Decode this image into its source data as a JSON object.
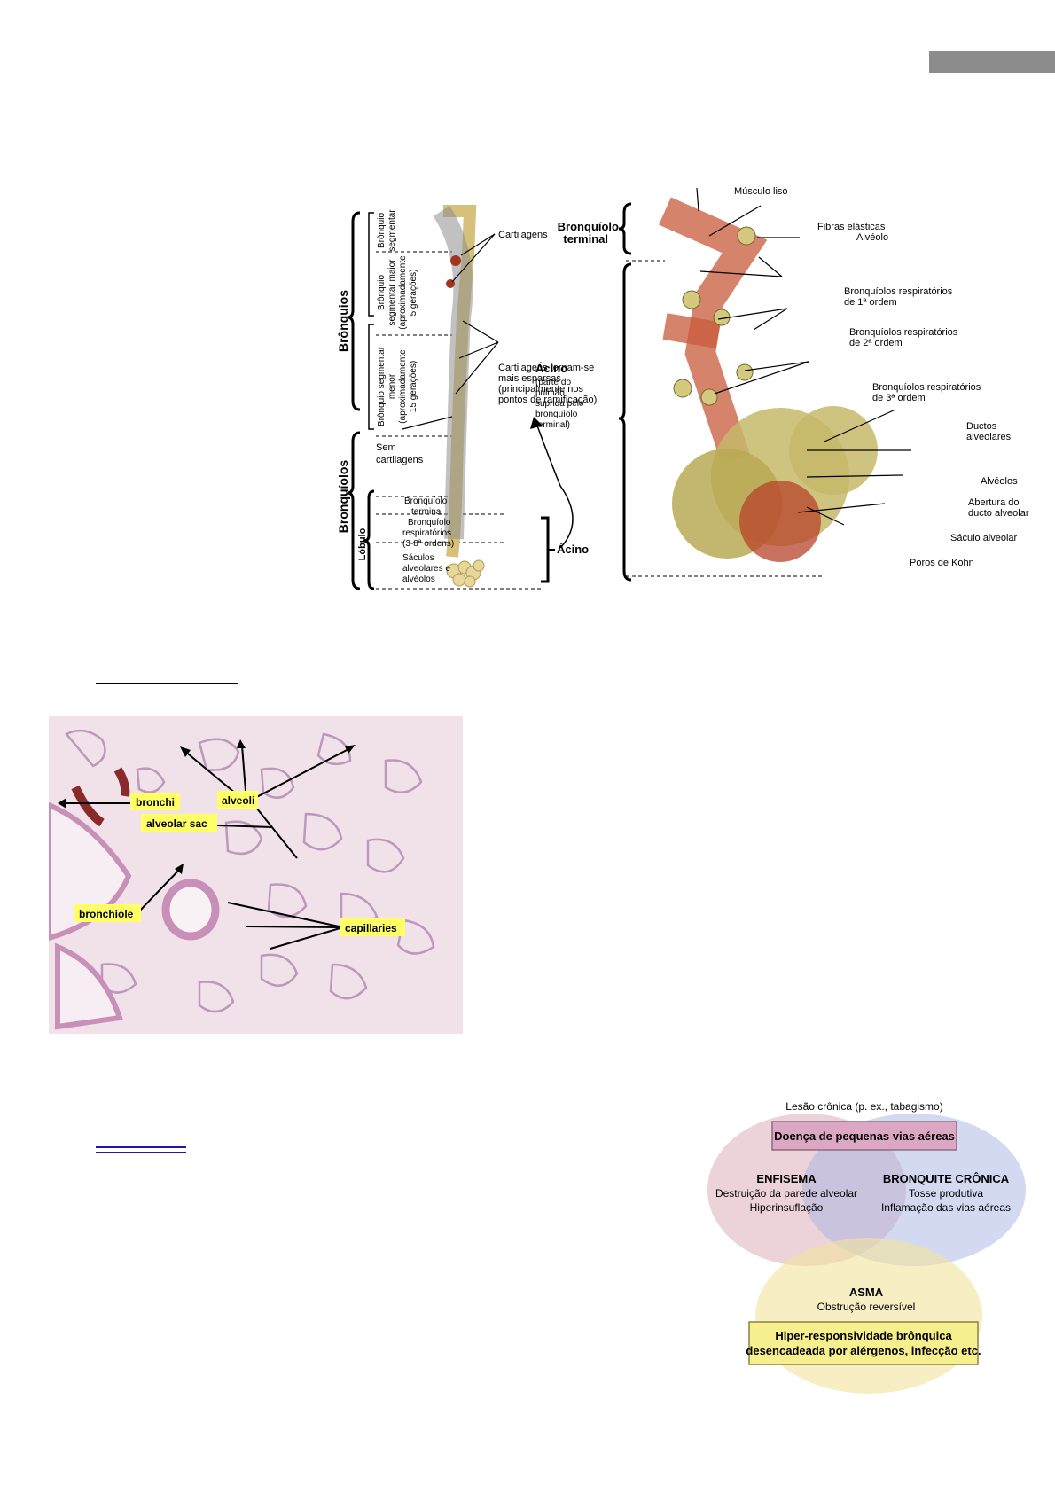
{
  "anatomy": {
    "bronquios": "Brônquios",
    "bronquiolos": "Bronquíolos",
    "lobulo": "Lóbulo",
    "segmentar": [
      "Brônquio",
      "segmentar"
    ],
    "maior": [
      "Brônquio",
      "segmentar maior",
      "(aproximadamente",
      "5 gerações)"
    ],
    "menor": [
      "Brônquio segmentar",
      "menor",
      "(aproximadamente",
      "15 gerações)"
    ],
    "sem": [
      "Sem",
      "cartilagens"
    ],
    "terminal_small": [
      "Bronquíolo",
      "terminal"
    ],
    "respiratorio_small": [
      "Bronquíolo",
      "respiratórios",
      "(3-8ª ordens)"
    ],
    "saculos": [
      "Sáculos",
      "alveolares e",
      "alvéolos"
    ],
    "cartilagens": "Cartilagens",
    "cartilagens_esparsas": [
      "Cartilagens tornam-se",
      "mais esparsas",
      "(principalmente nos",
      "pontos de ramificação)"
    ],
    "acino_small": "Ácino",
    "acino": "Ácino",
    "acino_desc": [
      "(parte do",
      "pulmão",
      "suprida pelo",
      "bronquíolo",
      "terminal)"
    ],
    "bronquiolo_terminal": [
      "Bronquíolo",
      "terminal"
    ],
    "musculo_liso": "Músculo liso",
    "fibras": "Fibras elásticas",
    "alveolo": "Alvéolo",
    "resp1": [
      "Bronquíolos respiratórios",
      "de 1ª ordem"
    ],
    "resp2": [
      "Bronquíolos respiratórios",
      "de 2ª ordem"
    ],
    "resp3": [
      "Bronquíolos respiratórios",
      "de 3ª ordem"
    ],
    "ductos": [
      "Ductos",
      "alveolares"
    ],
    "alveolos": "Alvéolos",
    "abertura": [
      "Abertura do",
      "ducto alveolar"
    ],
    "saculo": "Sáculo alveolar",
    "poros": "Poros de Kohn"
  },
  "histology": {
    "alveoli": "alveoli",
    "bronchi": "bronchi",
    "alveolar_sac": "alveolar sac",
    "bronchiole": "bronchiole",
    "capillaries": "capillaries"
  },
  "venn": {
    "top": "Lesão crônica (p. ex., tabagismo)",
    "small_airways": "Doença de pequenas vias aéreas",
    "enfisema": "ENFISEMA",
    "enfisema_lines": [
      "Destruição da parede alveolar",
      "Hiperinsuflação"
    ],
    "bronquite": "BRONQUITE CRÔNICA",
    "bronquite_lines": [
      "Tosse produtiva",
      "Inflamação das vias aéreas"
    ],
    "asma": "ASMA",
    "asma_line": "Obstrução reversível",
    "hiper": [
      "Hiper-responsividade brônquica",
      "desencadeada por alérgenos, infecção etc."
    ]
  }
}
